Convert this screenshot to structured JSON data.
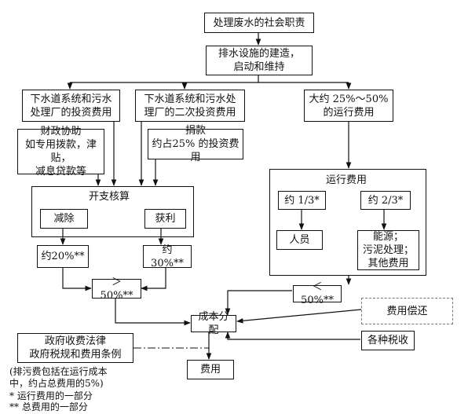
{
  "nodes": {
    "social_responsibility": "处理废水的社会职责",
    "drainage_facilities": "排水设施的建造，\n启动和维持",
    "sewer_investment": "下水道系统和污水\n处理厂的投资费用",
    "secondary_investment": "下水道系统和污水处\n理厂的二次投资费用",
    "operating_share": "大约 25%～50%\n的运行费用",
    "financial_aid": "财政协助\n如专用拨款，津贴，\n减息贷款等",
    "donation": "捐款\n约占25% 的投资费用",
    "expenditure_accounting": "开支核算",
    "deduction": "减除",
    "profit": "获利",
    "about_20": "约20%**",
    "about_30": "约30%**",
    "over_50": "＞50%**",
    "operating_costs": "运行费用",
    "one_third": "约 1/3*",
    "two_thirds": "约 2/3*",
    "personnel": "人员",
    "energy_etc": "能源；\n污泥处理；\n其他费用",
    "under_50": "＜50%**",
    "cost_allocation": "成本分配",
    "cost_compensation": "费用偿还",
    "government_laws": "政府收费法律\n政府税规和费用条例",
    "various_taxes": "各种税收",
    "fees": "费用"
  },
  "notes": {
    "pollution_fee": "(排污费包括在运行成本\n中，约占总费用的5%)",
    "footnote_1": "* 运行费用的一部分",
    "footnote_2": "** 总费用的一部分"
  }
}
